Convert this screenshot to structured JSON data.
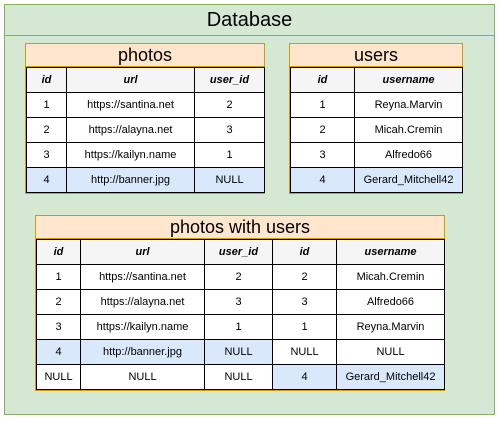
{
  "title": "Database",
  "photos": {
    "title": "photos",
    "columns": [
      "id",
      "url",
      "user_id"
    ],
    "rows": [
      [
        "1",
        "https://santina.net",
        "2"
      ],
      [
        "2",
        "https://alayna.net",
        "3"
      ],
      [
        "3",
        "https://kailyn.name",
        "1"
      ],
      [
        "4",
        "http://banner.jpg",
        "NULL"
      ]
    ]
  },
  "users": {
    "title": "users",
    "columns": [
      "id",
      "username"
    ],
    "rows": [
      [
        "1",
        "Reyna.Marvin"
      ],
      [
        "2",
        "Micah.Cremin"
      ],
      [
        "3",
        "Alfredo66"
      ],
      [
        "4",
        "Gerard_Mitchell42"
      ]
    ]
  },
  "joined": {
    "title": "photos with users",
    "columns": [
      "id",
      "url",
      "user_id",
      "id",
      "username"
    ],
    "rows": [
      [
        "1",
        "https://santina.net",
        "2",
        "2",
        "Micah.Cremin"
      ],
      [
        "2",
        "https://alayna.net",
        "3",
        "3",
        "Alfredo66"
      ],
      [
        "3",
        "https://kailyn.name",
        "1",
        "1",
        "Reyna.Marvin"
      ],
      [
        "4",
        "http://banner.jpg",
        "NULL",
        "NULL",
        "NULL"
      ],
      [
        "NULL",
        "NULL",
        "NULL",
        "4",
        "Gerard_Mitchell42"
      ]
    ]
  },
  "colors": {
    "container_fill": "#d5e8d4",
    "container_border": "#82b366",
    "table_title_fill": "#ffe6cc",
    "table_title_border": "#d79b00",
    "highlight_fill": "#dae8fc"
  }
}
